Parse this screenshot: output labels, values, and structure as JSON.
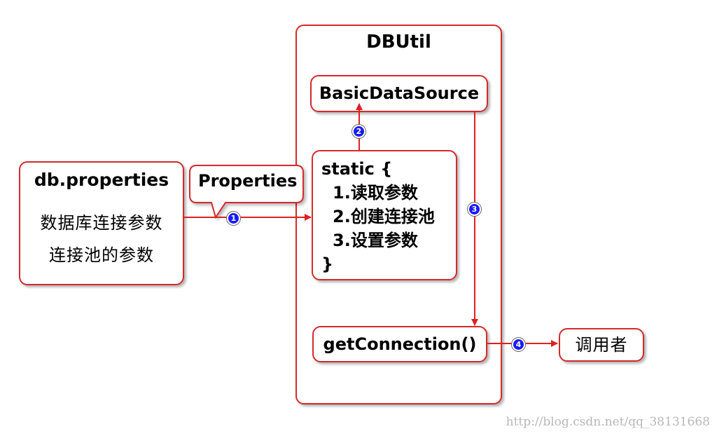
{
  "dbutil": {
    "title": "DBUtil"
  },
  "basic_data_source": {
    "label": "BasicDataSource"
  },
  "static_block": {
    "open": "static {",
    "lines": [
      "1.读取参数",
      "2.创建连接池",
      "3.设置参数"
    ],
    "close": "}"
  },
  "get_connection": {
    "label": "getConnection()"
  },
  "db_properties": {
    "title": "db.properties",
    "lines": [
      "数据库连接参数",
      "连接池的参数"
    ]
  },
  "properties_callout": {
    "label": "Properties"
  },
  "caller": {
    "label": "调用者"
  },
  "steps": [
    "1",
    "2",
    "3",
    "4"
  ],
  "watermark": "http://blog.csdn.net/qq_38131668",
  "colors": {
    "border": "#d42a2a",
    "arrow": "#e02020",
    "badge": "#1a1aff"
  }
}
